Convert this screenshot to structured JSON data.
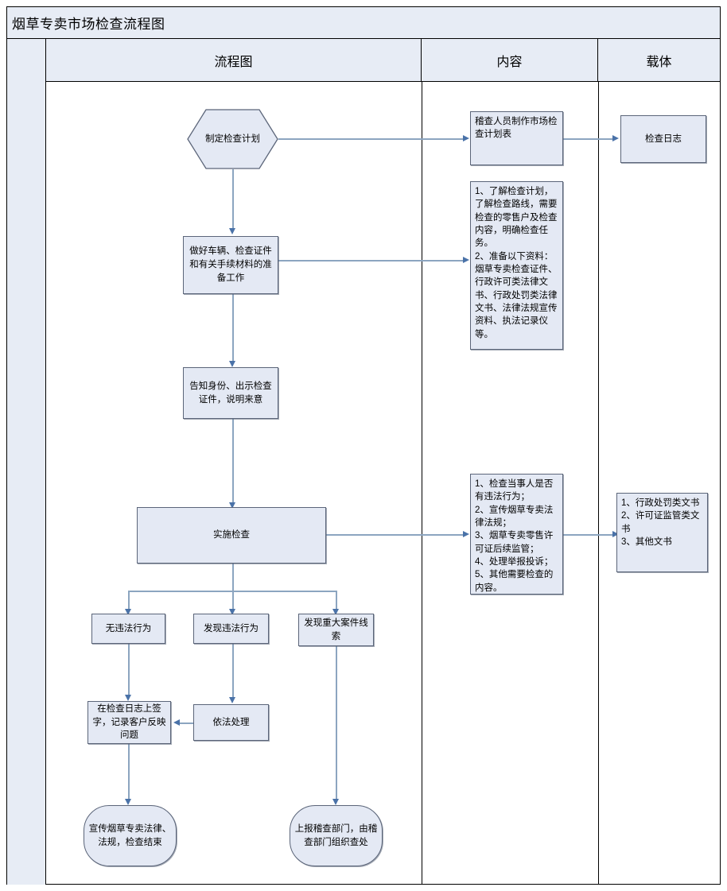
{
  "title": "烟草专卖市场检查流程图",
  "columns": [
    {
      "label": "流程图"
    },
    {
      "label": "内容"
    },
    {
      "label": "载体"
    }
  ],
  "flow_nodes": {
    "plan": "制定检查计划",
    "prepare": "做好车辆、检查证件和有关手续材料的准备工作",
    "inform": "告知身份、出示检查证件，说明来意",
    "inspect": "实施检查",
    "branch_no_violation": "无违法行为",
    "branch_violation_found": "发现违法行为",
    "branch_major_case": "发现重大案件线索",
    "sign_log": "在检查日志上签字，记录客户反映问题",
    "handle_by_law": "依法处理",
    "end_publicity": "宣传烟草专卖法律、法规，检查结束",
    "end_report": "上报稽查部门，由稽查部门组织查处"
  },
  "content_nodes": {
    "plan_content": "稽查人员制作市场检查计划表",
    "prepare_content": "1、了解检查计划，了解检查路线，需要检查的零售户及检查内容，明确检查任务。\n2、准备以下资料：烟草专卖检查证件、行政许可类法律文书、行政处罚类法律文书、法律法规宣传资料、执法记录仪等。",
    "inspect_content": "1、检查当事人是否有违法行为；\n2、宣传烟草专卖法律法规；\n3、烟草专卖零售许可证后续监管；\n4、处理举报投诉；\n5、其他需要检查的内容。"
  },
  "carrier_nodes": {
    "plan_carrier": "检查日志",
    "inspect_carrier": "1、行政处罚类文书\n2、许可证监管类文书\n3、其他文书"
  },
  "colors": {
    "header_fill": "#e7ecf5",
    "node_fill": "#e4e9f4",
    "node_border": "#5b6579",
    "connector": "#8ca5c0",
    "arrowhead": "#4a72a8",
    "frame_border": "#000000"
  }
}
